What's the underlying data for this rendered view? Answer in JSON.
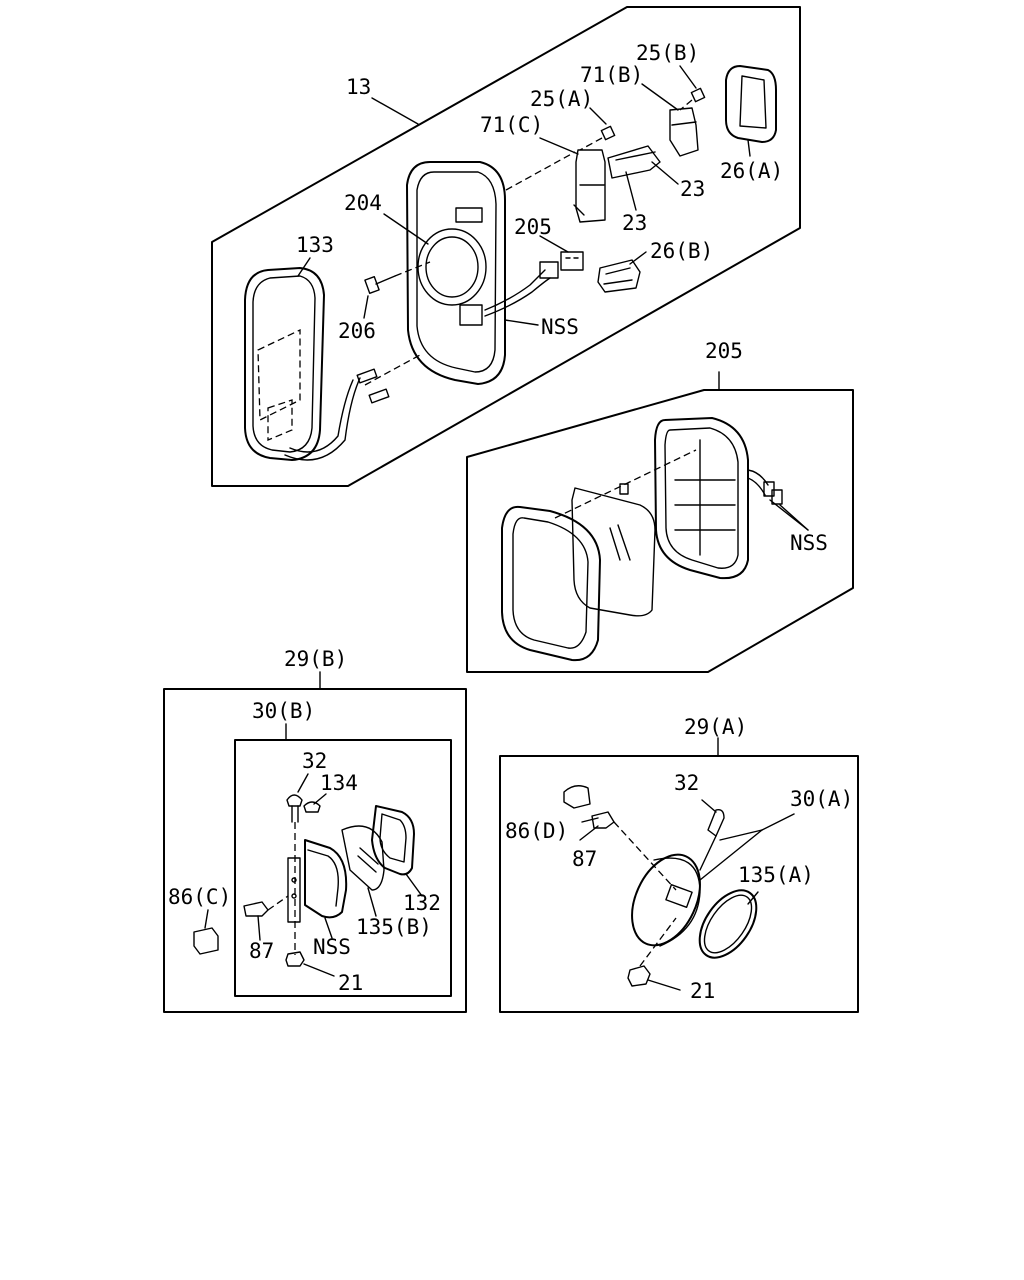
{
  "labels": {
    "l13": "13",
    "l133": "133",
    "l204": "204",
    "l206": "206",
    "l205a": "205",
    "lnss1": "NSS",
    "l71c": "71(C)",
    "l25a": "25(A)",
    "l71b": "71(B)",
    "l25b": "25(B)",
    "l26a": "26(A)",
    "l23a": "23",
    "l23b": "23",
    "l26b": "26(B)",
    "l205b": "205",
    "lnss2": "NSS",
    "l29b": "29(B)",
    "l30b": "30(B)",
    "l32a": "32",
    "l134": "134",
    "l132": "132",
    "l135b": "135(B)",
    "lnss3": "NSS",
    "l86c": "86(C)",
    "l87a": "87",
    "l21a": "21",
    "l29a": "29(A)",
    "l32b": "32",
    "l30a": "30(A)",
    "l86d": "86(D)",
    "l87b": "87",
    "l135a": "135(A)",
    "l21b": "21"
  }
}
